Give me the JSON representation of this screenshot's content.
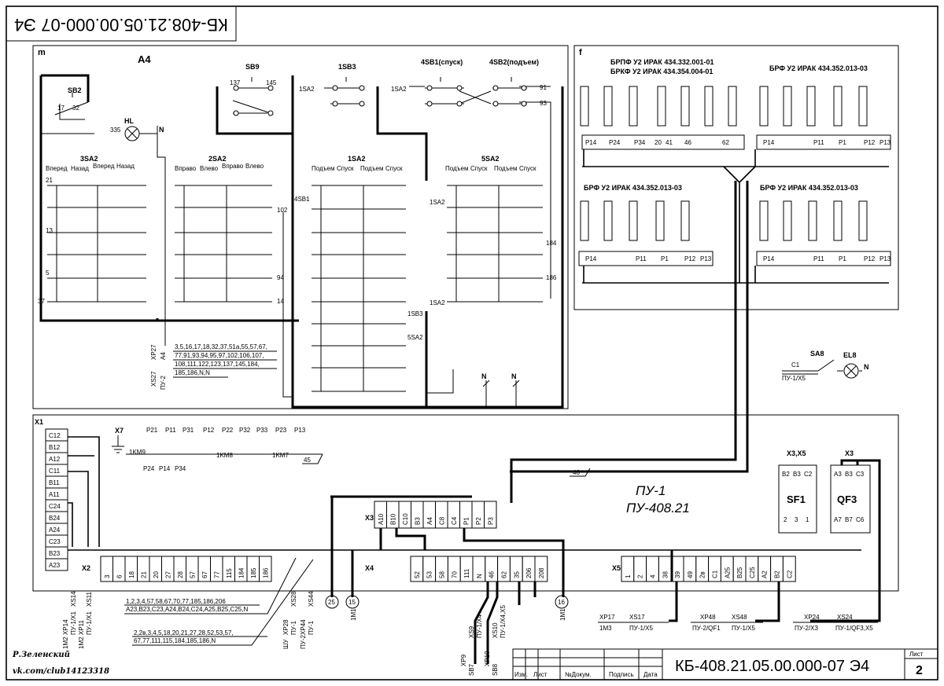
{
  "stamp_top": "КБ-408.21.05.00.000-07 Э4",
  "stamp_bottom": "КБ-408.21.05.00.000-07 Э4",
  "sheet_label": "Лист",
  "sheet_number": "2",
  "title_block_headers": [
    "Изм.",
    "Лист",
    "№Докум.",
    "Подпись",
    "Дата"
  ],
  "author": "Р.Зеленский",
  "author_link": "vk.com/club14123318",
  "section_m": {
    "letter": "m",
    "name": "A4",
    "button_labels": [
      "SB2",
      "SB9",
      "1SB3",
      "4SB1(спуск)",
      "4SB2(подъем)",
      "HL",
      "N"
    ],
    "switch_groups": [
      {
        "name": "3SA2",
        "headers": [
          "Вперед",
          "Назад",
          "Вперед",
          "Назад"
        ]
      },
      {
        "name": "2SA2",
        "headers": [
          "Вправо",
          "Влево",
          "Вправо",
          "Влево"
        ]
      },
      {
        "name": "1SA2",
        "headers": [
          "Подъем",
          "Спуск",
          "Подъем",
          "Спуск"
        ]
      },
      {
        "name": "5SA2",
        "headers": [
          "Подъем",
          "Спуск",
          "Подъем",
          "Спуск"
        ]
      }
    ],
    "cable_list": [
      "3,5,16,17,18,32,37,51а,55,57,67,",
      "77,91,93,94,95,97,102,106,107,",
      "108,111,122,123,137,145,184,",
      "185,186,N,N"
    ],
    "connector_labels": [
      "XS27",
      "A4",
      "XP27",
      "ПУ-2"
    ]
  },
  "section_f": {
    "letter": "f",
    "labels": [
      "БРПФ У2 ИРАК 434.332.001-01",
      "БРКФ У2 ИРАК 434.354.004-01",
      "БРФ У2 ИРАК 434.352.013-03",
      "БРФ У2 ИРАК 434.352.013-03",
      "БРФ У2 ИРАК 434.352.013-03"
    ],
    "terminal_rows": [
      [
        "P14",
        "P24",
        "P34",
        "20",
        "41",
        "46",
        "62"
      ],
      [
        "P14",
        "P11",
        "P1",
        "P12",
        "P13"
      ],
      [
        "P14",
        "P11",
        "P1",
        "P12",
        "P13"
      ],
      [
        "P14",
        "P11",
        "P1",
        "P12",
        "P13"
      ]
    ]
  },
  "pu": {
    "name1": "ПУ-1",
    "name2": "ПУ-408.21",
    "x1_terminals": [
      "C12",
      "B12",
      "A12",
      "C11",
      "B11",
      "A11",
      "C24",
      "B24",
      "A24",
      "C23",
      "B23",
      "A23"
    ],
    "x1_label": "X1",
    "x2_label": "X2",
    "x2_terminals": [
      "3",
      "6",
      "18",
      "21",
      "20",
      "27",
      "28",
      "57",
      "67",
      "77",
      "115",
      "184",
      "185",
      "186"
    ],
    "x3_label": "X3",
    "x3_terminals": [
      "A10",
      "B10",
      "C10",
      "B3",
      "A4",
      "C8",
      "C4",
      "P1",
      "P2",
      "P3"
    ],
    "x4_label": "X4",
    "x4_terminals": [
      "52",
      "53",
      "58",
      "70",
      "111",
      "N",
      "46",
      "62",
      "35",
      "206",
      "208"
    ],
    "x5_label": "X5",
    "x5_terminals": [
      "1",
      "2",
      "4",
      "38",
      "39",
      "49",
      "2в",
      "C1",
      "A25",
      "B25",
      "C25",
      "A2",
      "B2",
      "C2"
    ],
    "sf1": {
      "name": "SF1",
      "header": "X3,X5",
      "top": [
        "B2",
        "B3",
        "C2"
      ],
      "bottom": [
        "2",
        "3",
        "1"
      ]
    },
    "qf3": {
      "name": "QF3",
      "header": "X3",
      "top": [
        "A3",
        "B3",
        "C3"
      ],
      "bottom": [
        "A7",
        "B7",
        "C6"
      ]
    },
    "relay_row1": [
      "P21",
      "P11",
      "P31",
      "P12",
      "P22",
      "P32",
      "P33",
      "P23",
      "P13"
    ],
    "relay_row2": [
      "P24",
      "P14",
      "P34"
    ],
    "relay_names": [
      "1KM9",
      "1KM8",
      "1KM7"
    ],
    "x7_label": "X7",
    "cable_45": "45",
    "cable_46": "46",
    "lamp": {
      "switch": "SA8",
      "lamp": "EL8",
      "wire": "C1",
      "dest": "ПУ-1/X5",
      "neutral": "N"
    }
  },
  "bottom": {
    "list1": [
      "1,2,3,4,57,58,67,70,77,185,186,206",
      "A23,B23,C23,A24,B24,C24,A25,B25,C25,N"
    ],
    "list2": [
      "2,2в,3,4,5,18,20,21,27,28,52,53,57,",
      "67,77,111,115,184,185,186,N"
    ],
    "circles": [
      "25",
      "15",
      "16"
    ],
    "plugs": [
      {
        "a": "XP17",
        "b": "XS17",
        "c": "1M3",
        "d": "ПУ-1/X5"
      },
      {
        "a": "XP48",
        "b": "XS48",
        "c": "ПУ-2/QF1",
        "d": "ПУ-1/X5"
      },
      {
        "a": "XP24",
        "b": "XS24",
        "c": "ПУ-2/X3",
        "d": "ПУ-1/QF3,X5"
      }
    ],
    "vertical_labels": [
      "XP14",
      "XS14",
      "1M2",
      "ПУ-1/X1",
      "XP11",
      "XS11",
      "1M2",
      "ПУ-1/X1",
      "XP28",
      "XS28",
      "ШУ",
      "ПУ-1",
      "XP44",
      "XS44",
      "ПУ-2",
      "ПУ-1",
      "1M1",
      "1M1",
      "XP9",
      "XS9",
      "SB7",
      "ПУ-1/X4",
      "XP10",
      "XS10",
      "SB8",
      "ПУ-1/X4,X5"
    ]
  }
}
